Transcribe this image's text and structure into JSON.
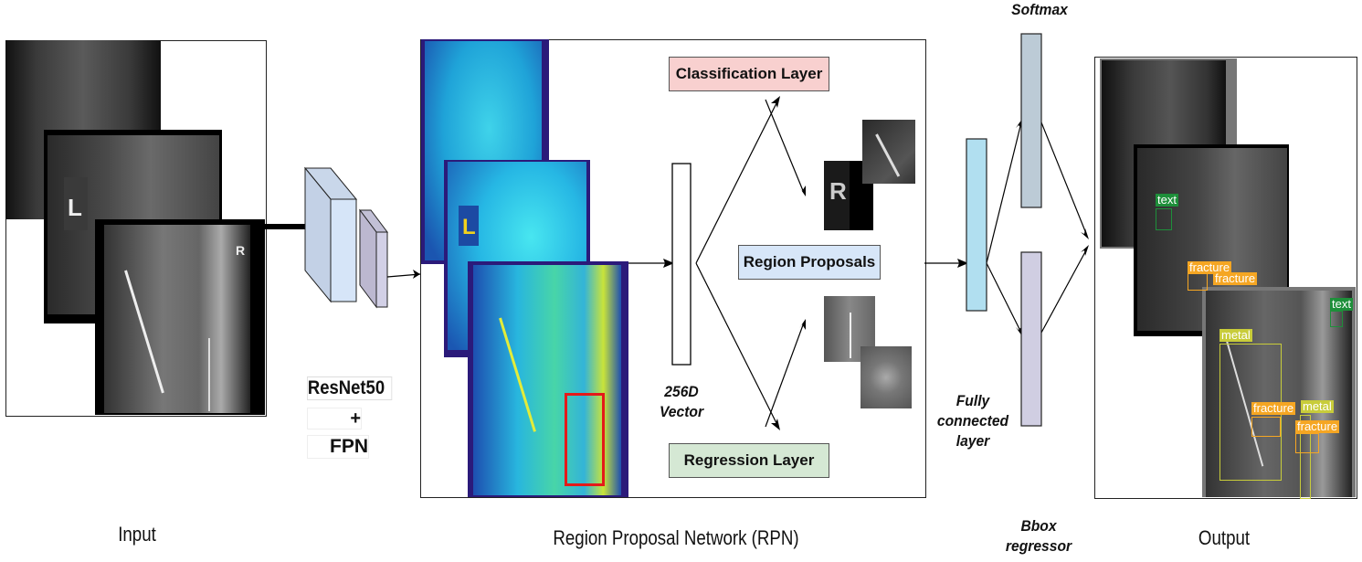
{
  "captions": {
    "input": "Input",
    "rpn": "Region Proposal Network (RPN)",
    "output": "Output"
  },
  "backbone": {
    "line1": "ResNet50",
    "line2": "+",
    "line3": "FPN"
  },
  "rpn": {
    "vector_label_1": "256D",
    "vector_label_2": "Vector",
    "classification": "Classification Layer",
    "region_proposals": "Region Proposals",
    "regression": "Regression Layer"
  },
  "head": {
    "softmax": "Softmax",
    "fc_1": "Fully",
    "fc_2": "connected",
    "fc_3": "layer",
    "bbox_1": "Bbox",
    "bbox_2": "regressor"
  },
  "input_markers": {
    "left": "L",
    "right": "R"
  },
  "detections": [
    {
      "label": "text",
      "color": "#1e8f3a"
    },
    {
      "label": "fracture",
      "color": "#f5a623"
    },
    {
      "label": "fracture",
      "color": "#f5a623"
    },
    {
      "label": "text",
      "color": "#1e8f3a"
    },
    {
      "label": "metal",
      "color": "#c8cc3a"
    },
    {
      "label": "fracture",
      "color": "#f5a623"
    },
    {
      "label": "metal",
      "color": "#c8cc3a"
    },
    {
      "label": "fracture",
      "color": "#f5a623"
    }
  ],
  "colors": {
    "classification_fill": "#f8d0cf",
    "proposals_fill": "#d7e6f8",
    "regression_fill": "#d5e8d4",
    "fc_fill": "#b1dff0",
    "softmax_fill": "#bccbd6",
    "bbox_fill": "#d0cee2",
    "roi_box": "#e41a1a"
  }
}
